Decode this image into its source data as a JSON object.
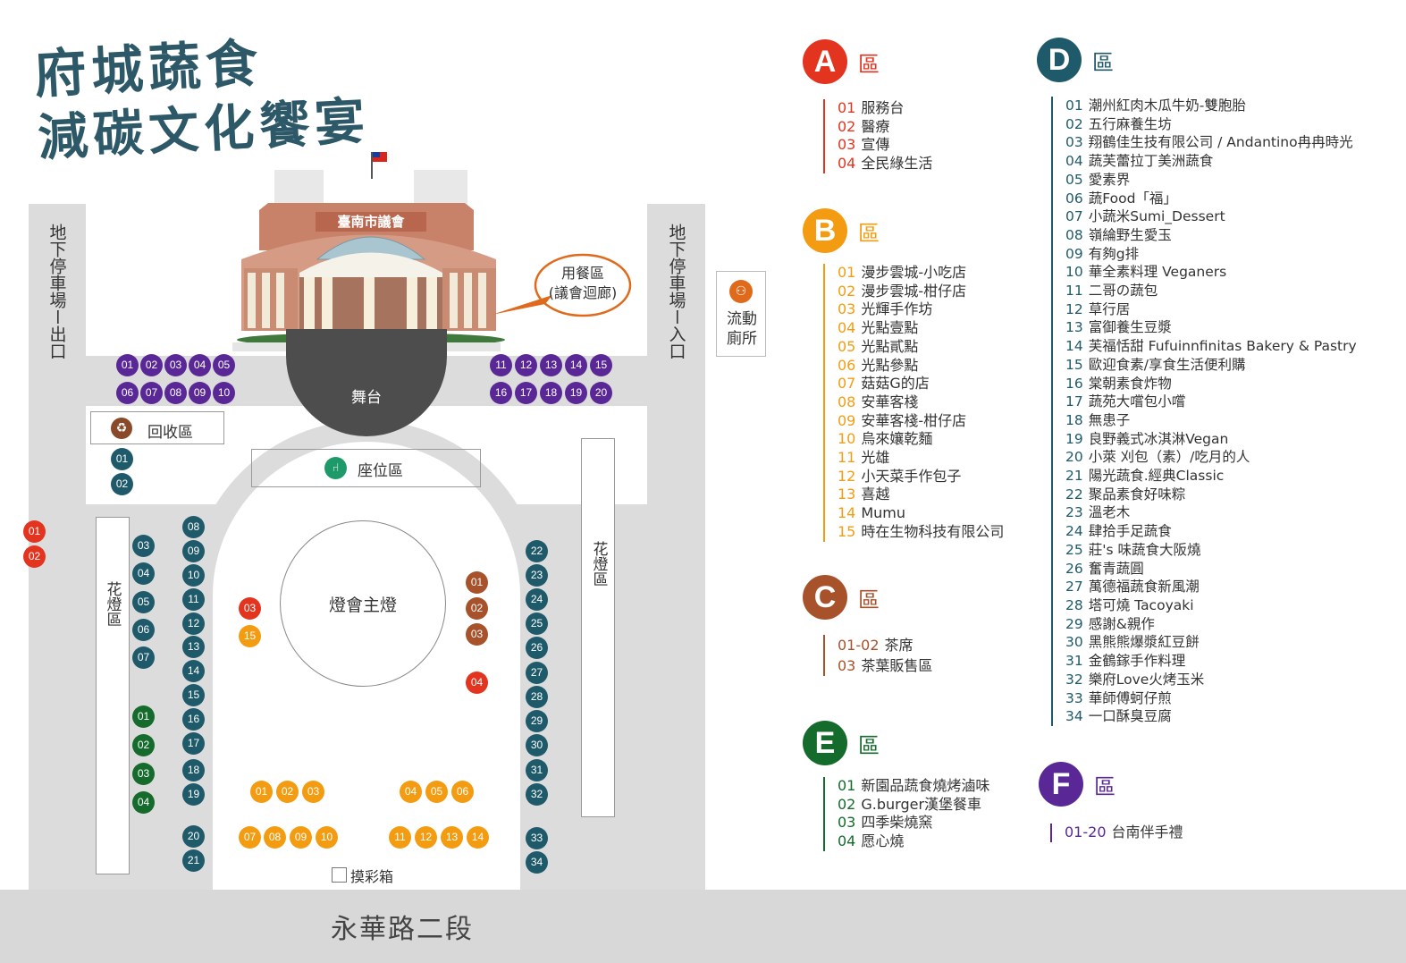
{
  "title": {
    "line1": "府城蔬食",
    "line2": "減碳文化饗宴"
  },
  "building": {
    "sign": "臺南市議會"
  },
  "callout": {
    "line1": "用餐區",
    "line2": "(議會迴廊)"
  },
  "parking_exit": "地下停車場ー出口",
  "parking_entrance": "地下停車場ー入口",
  "toilet": "流動廁所",
  "stage": "舞台",
  "recycle": "回收區",
  "seating": "座位區",
  "main_lantern": "燈會主燈",
  "flower_left": "花燈區",
  "flower_right": "花燈區",
  "lottery": "摸彩箱",
  "road": "永華路二段",
  "legend_suffix": "區",
  "colors": {
    "A": "#e3341f",
    "B": "#f39c12",
    "C": "#a8522c",
    "D": "#1f5a6b",
    "E": "#156b2c",
    "F": "#5a2896"
  },
  "zones": {
    "A": {
      "letter": "A",
      "items": [
        {
          "num": "01",
          "name": "服務台"
        },
        {
          "num": "02",
          "name": "醫療"
        },
        {
          "num": "03",
          "name": "宣傳"
        },
        {
          "num": "04",
          "name": "全民綠生活"
        }
      ]
    },
    "B": {
      "letter": "B",
      "items": [
        {
          "num": "01",
          "name": "漫步雲城-小吃店"
        },
        {
          "num": "02",
          "name": "漫步雲城-柑仔店"
        },
        {
          "num": "03",
          "name": "光輝手作坊"
        },
        {
          "num": "04",
          "name": "光點壹點"
        },
        {
          "num": "05",
          "name": "光點貳點"
        },
        {
          "num": "06",
          "name": "光點參點"
        },
        {
          "num": "07",
          "name": "菇菇G的店"
        },
        {
          "num": "08",
          "name": "安華客棧"
        },
        {
          "num": "09",
          "name": "安華客棧-柑仔店"
        },
        {
          "num": "10",
          "name": "烏來孃乾麵"
        },
        {
          "num": "11",
          "name": "光雄"
        },
        {
          "num": "12",
          "name": "小天菜手作包子"
        },
        {
          "num": "13",
          "name": "喜越"
        },
        {
          "num": "14",
          "name": "Mumu"
        },
        {
          "num": "15",
          "name": "時在生物科技有限公司"
        }
      ]
    },
    "C": {
      "letter": "C",
      "items": [
        {
          "num": "01-02",
          "name": "茶席"
        },
        {
          "num": "03",
          "name": "茶葉販售區"
        }
      ]
    },
    "D": {
      "letter": "D",
      "items": [
        {
          "num": "01",
          "name": "潮州紅肉木瓜牛奶-雙胞胎"
        },
        {
          "num": "02",
          "name": "五行麻養生坊"
        },
        {
          "num": "03",
          "name": "翔鶴佳生技有限公司 / Andantino冉冉時光"
        },
        {
          "num": "04",
          "name": "蔬芙蕾拉丁美洲蔬食"
        },
        {
          "num": "05",
          "name": "愛素界"
        },
        {
          "num": "06",
          "name": "蔬Food「福」"
        },
        {
          "num": "07",
          "name": "小蔬米Sumi_Dessert"
        },
        {
          "num": "08",
          "name": "嶺綸野生愛玉"
        },
        {
          "num": "09",
          "name": "有夠g排"
        },
        {
          "num": "10",
          "name": "華全素料理 Veganers"
        },
        {
          "num": "11",
          "name": "二哥の蔬包"
        },
        {
          "num": "12",
          "name": "草行居"
        },
        {
          "num": "13",
          "name": "富御養生豆漿"
        },
        {
          "num": "14",
          "name": "芙福恬甜 Fufuinnfinitas Bakery & Pastry"
        },
        {
          "num": "15",
          "name": "歐迎食素/享食生活便利購"
        },
        {
          "num": "16",
          "name": "棠朝素食炸物"
        },
        {
          "num": "17",
          "name": "蔬苑大嚐包小嚐"
        },
        {
          "num": "18",
          "name": "無患子"
        },
        {
          "num": "19",
          "name": "良野義式冰淇淋Vegan"
        },
        {
          "num": "20",
          "name": "小萊 刈包（素）/吃月的人"
        },
        {
          "num": "21",
          "name": "陽光蔬食.經典Classic"
        },
        {
          "num": "22",
          "name": "聚品素食好味粽"
        },
        {
          "num": "23",
          "name": "溫老木"
        },
        {
          "num": "24",
          "name": "肆拾手足蔬食"
        },
        {
          "num": "25",
          "name": "莊's 味蔬食大阪燒"
        },
        {
          "num": "26",
          "name": "奮青蔬圓"
        },
        {
          "num": "27",
          "name": "萬德福蔬食新風潮"
        },
        {
          "num": "28",
          "name": "塔可燒 Tacoyaki"
        },
        {
          "num": "29",
          "name": "感謝&親作"
        },
        {
          "num": "30",
          "name": "黑熊熊爆漿紅豆餅"
        },
        {
          "num": "31",
          "name": "金鶴鎵手作料理"
        },
        {
          "num": "32",
          "name": "樂府Love火烤玉米"
        },
        {
          "num": "33",
          "name": "華師傅蚵仔煎"
        },
        {
          "num": "34",
          "name": "一口酥臭豆腐"
        }
      ]
    },
    "E": {
      "letter": "E",
      "items": [
        {
          "num": "01",
          "name": "新園品蔬食燒烤滷味"
        },
        {
          "num": "02",
          "name": "G.burger漢堡餐車"
        },
        {
          "num": "03",
          "name": "四季柴燒窯"
        },
        {
          "num": "04",
          "name": "愿心燒"
        }
      ]
    },
    "F": {
      "letter": "F",
      "items": [
        {
          "num": "01-20",
          "name": "台南伴手禮"
        }
      ]
    }
  },
  "map_markers": {
    "A": [
      "01",
      "02",
      "03",
      "04"
    ],
    "B": [
      "01",
      "02",
      "03",
      "04",
      "05",
      "06",
      "07",
      "08",
      "09",
      "10",
      "11",
      "12",
      "13",
      "14",
      "15"
    ],
    "C": [
      "01",
      "02",
      "03"
    ],
    "D": [
      "01",
      "02",
      "03",
      "04",
      "05",
      "06",
      "07",
      "08",
      "09",
      "10",
      "11",
      "12",
      "13",
      "14",
      "15",
      "16",
      "17",
      "18",
      "19",
      "20",
      "21",
      "22",
      "23",
      "24",
      "25",
      "26",
      "27",
      "28",
      "29",
      "30",
      "31",
      "32",
      "33",
      "34"
    ],
    "E": [
      "01",
      "02",
      "03",
      "04"
    ],
    "F": [
      "01",
      "02",
      "03",
      "04",
      "05",
      "06",
      "07",
      "08",
      "09",
      "10",
      "11",
      "12",
      "13",
      "14",
      "15",
      "16",
      "17",
      "18",
      "19",
      "20"
    ]
  }
}
